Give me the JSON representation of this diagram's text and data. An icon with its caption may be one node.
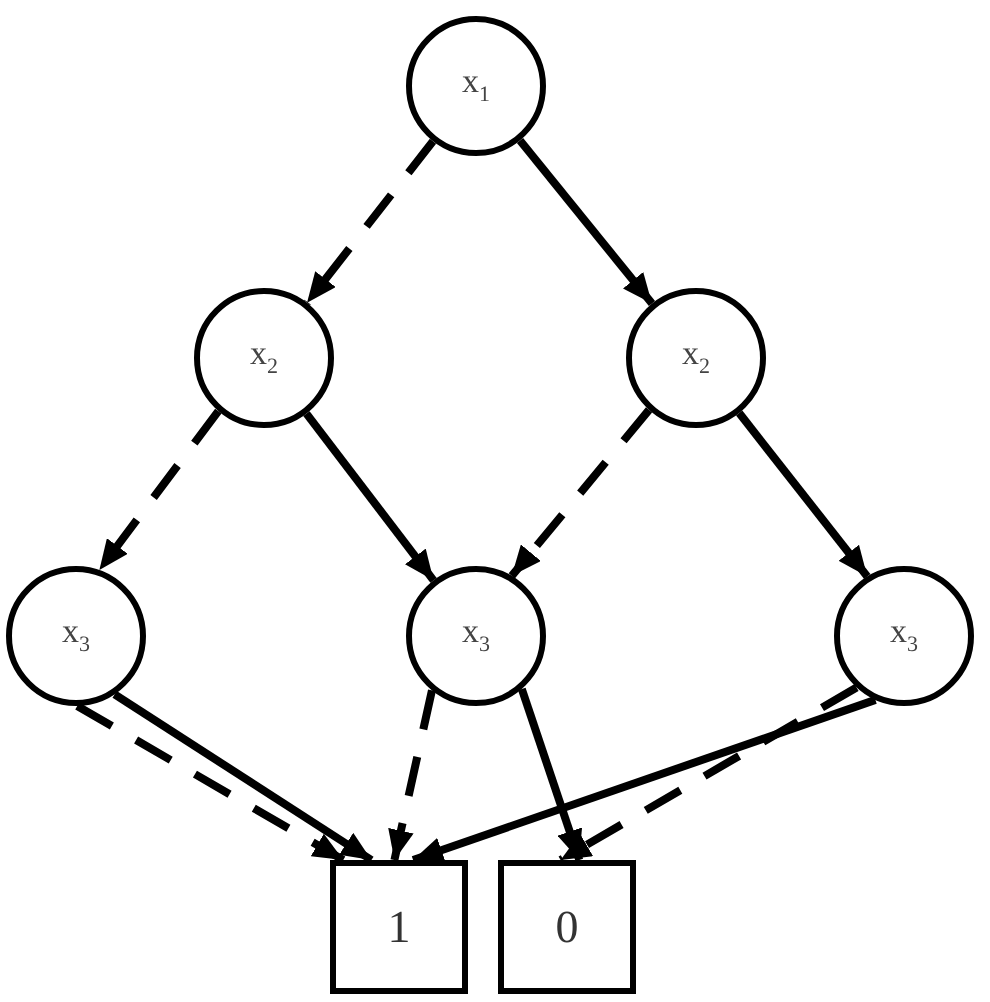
{
  "diagram": {
    "nodes": [
      {
        "text": [
          "x$_{1}$"
        ]
      },
      {
        "text": [
          "x$_{2}$"
        ]
      },
      {
        "text": [
          "x$_{2}$"
        ]
      },
      {
        "text": [
          "x$_{3}$"
        ]
      },
      {
        "text": [
          "x$_{3}$"
        ]
      },
      {
        "text": [
          "x$_{3}$"
        ]
      },
      {
        "text": [
          "1"
        ]
      },
      {
        "text": [
          "0"
        ]
      }
    ],
    "edges": [
      {
        "from": 0,
        "to": 1,
        "arrow": "to",
        "style": "dashed"
      },
      {
        "from": 0,
        "to": 2,
        "arrow": "to"
      },
      {
        "from": 1,
        "to": 3,
        "arrow": "to",
        "style": "dashed"
      },
      {
        "from": 1,
        "to": 4,
        "arrow": "to"
      },
      {
        "from": 2,
        "to": 4,
        "arrow": "to",
        "style": "dashed"
      },
      {
        "from": 2,
        "to": 5,
        "arrow": "to"
      },
      {
        "from": 3,
        "to": 6,
        "arrow": "to",
        "style": "dashed"
      },
      {
        "from": 3,
        "to": 6,
        "arrow": "to"
      },
      {
        "from": 4,
        "to": 6,
        "arrow": "to",
        "style": "dashed"
      },
      {
        "from": 4,
        "to": 7,
        "arrow": "to"
      },
      {
        "from": 5,
        "to": 6,
        "arrow": "to"
      },
      {
        "from": 5,
        "to": 7,
        "arrow": "to",
        "style": "dashed"
      }
    ]
  }
}
